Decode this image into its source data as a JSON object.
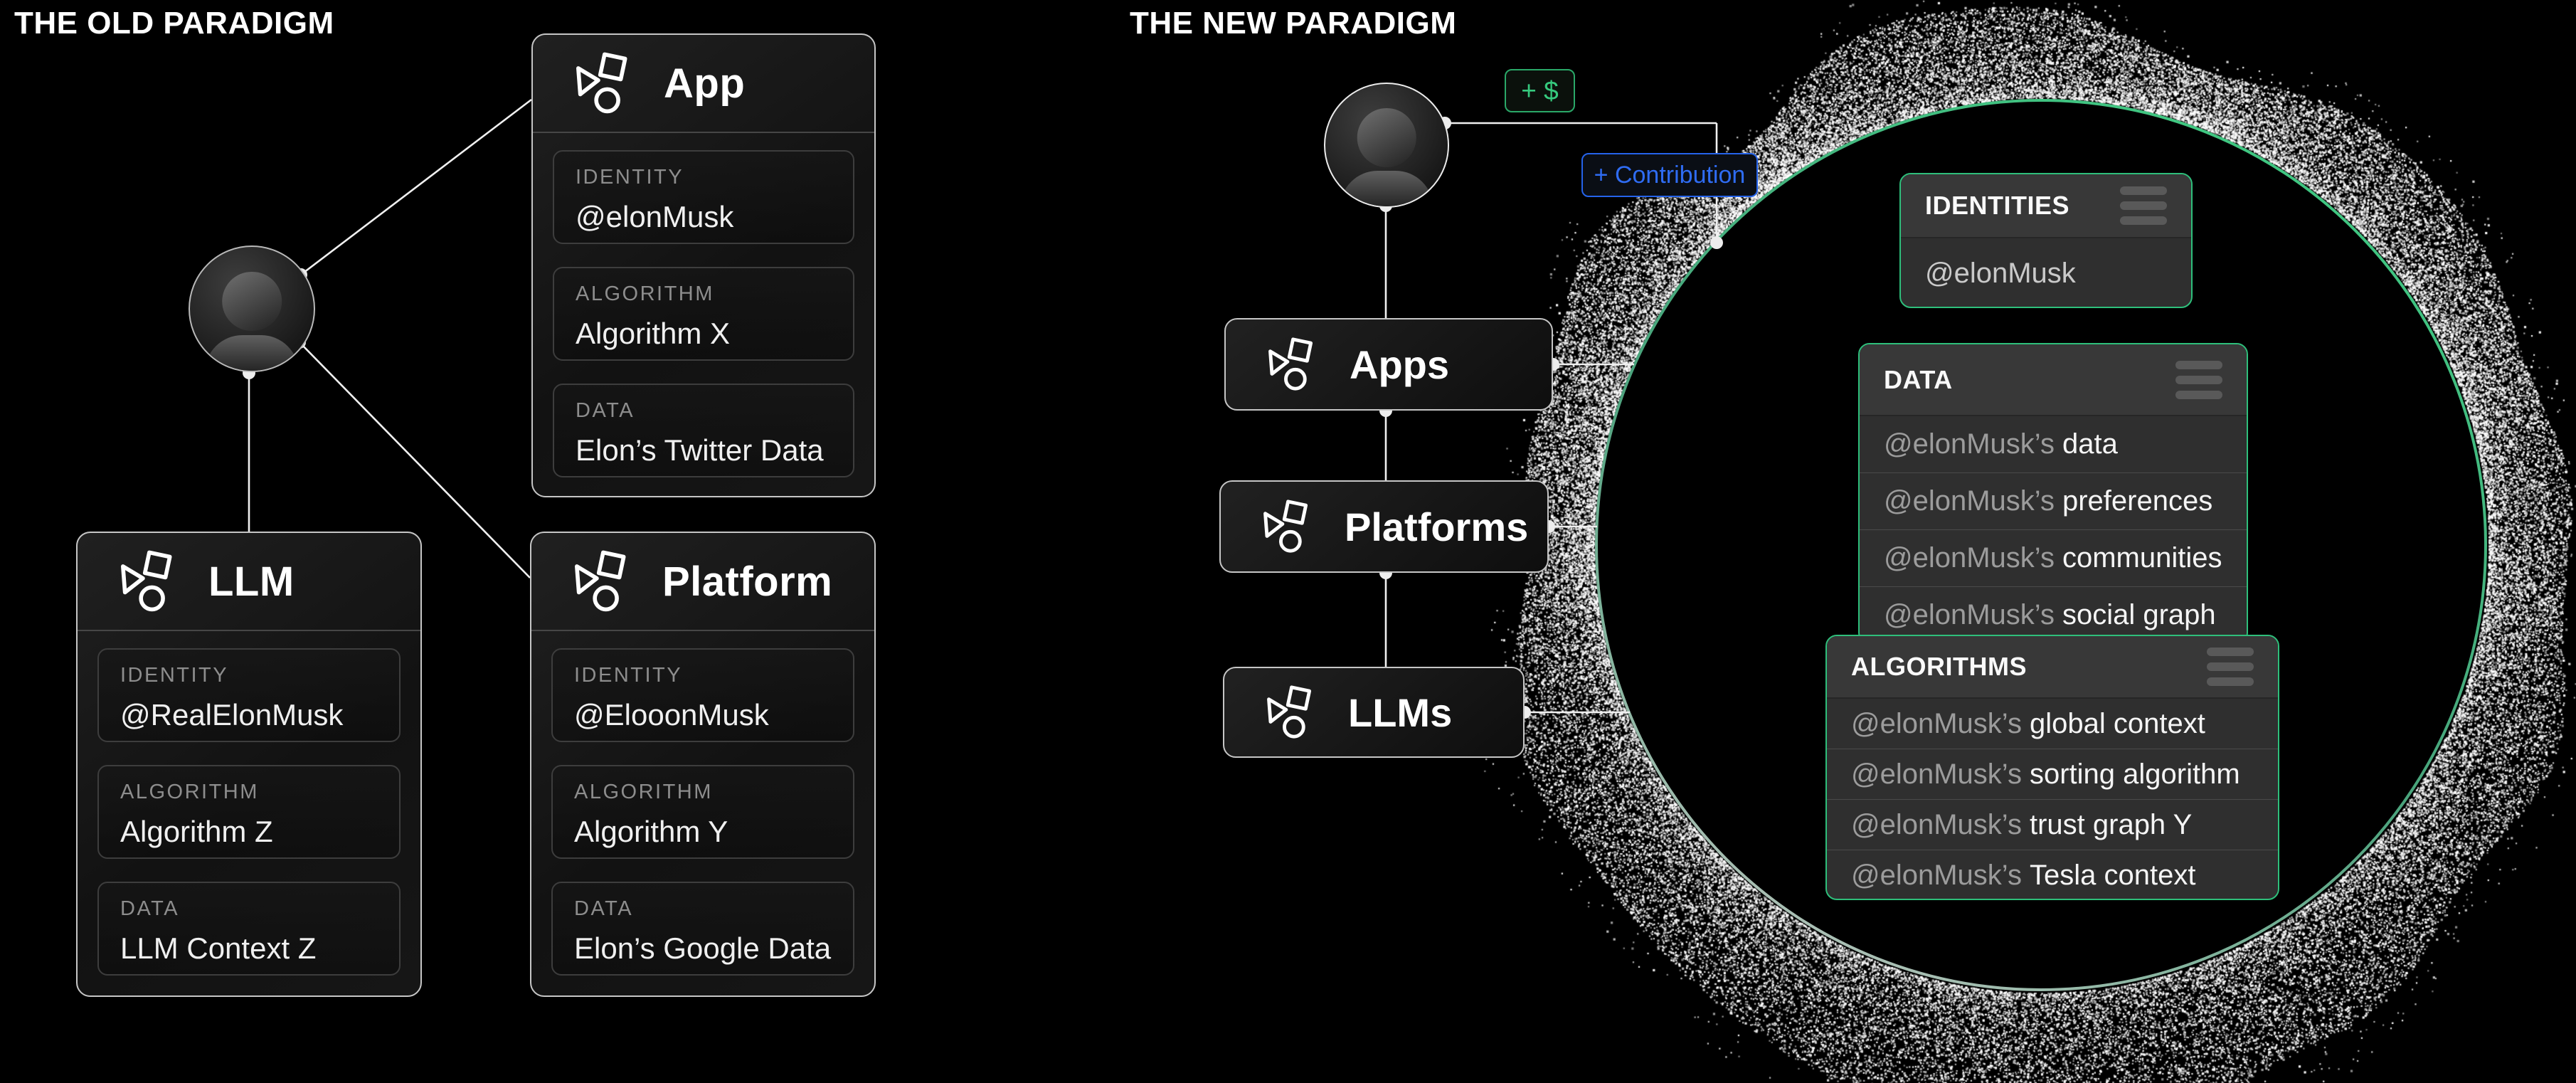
{
  "colors": {
    "background": "#000000",
    "accent_green": "#2ebf7b",
    "accent_blue": "#2563eb",
    "line": "#f0f0f0",
    "money_text": "#36ca7e",
    "contribution_text": "#2f6cf3"
  },
  "icons": {
    "card_glyph": "shapes-icon",
    "panel_menu": "hamburger-icon",
    "user": "avatar"
  },
  "old_paradigm": {
    "title": "THE OLD PARADIGM",
    "cards": [
      {
        "title": "App",
        "fields": [
          {
            "label": "IDENTITY",
            "value": "@elonMusk"
          },
          {
            "label": "ALGORITHM",
            "value": "Algorithm X"
          },
          {
            "label": "DATA",
            "value": "Elon’s Twitter Data"
          }
        ]
      },
      {
        "title": "LLM",
        "fields": [
          {
            "label": "IDENTITY",
            "value": "@RealElonMusk"
          },
          {
            "label": "ALGORITHM",
            "value": "Algorithm Z"
          },
          {
            "label": "DATA",
            "value": "LLM Context Z"
          }
        ]
      },
      {
        "title": "Platform",
        "fields": [
          {
            "label": "IDENTITY",
            "value": "@ElooonMusk"
          },
          {
            "label": "ALGORITHM",
            "value": "Algorithm Y"
          },
          {
            "label": "DATA",
            "value": "Elon’s Google Data"
          }
        ]
      }
    ]
  },
  "new_paradigm": {
    "title": "THE NEW PARADIGM",
    "money_badge": "+ $",
    "contribution_badge": "+ Contribution",
    "chain_cards": [
      {
        "title": "Apps"
      },
      {
        "title": "Platforms"
      },
      {
        "title": "LLMs"
      }
    ],
    "panels": [
      {
        "title": "IDENTITIES",
        "rows": [
          {
            "prefix": "",
            "text": "@elonMusk"
          }
        ]
      },
      {
        "title": "DATA",
        "rows": [
          {
            "prefix": "@elonMusk’s",
            "text": "data"
          },
          {
            "prefix": "@elonMusk’s",
            "text": "preferences"
          },
          {
            "prefix": "@elonMusk’s",
            "text": "communities"
          },
          {
            "prefix": "@elonMusk’s",
            "text": "social graph"
          }
        ]
      },
      {
        "title": "ALGORITHMS",
        "rows": [
          {
            "prefix": "@elonMusk’s",
            "text": "global context"
          },
          {
            "prefix": "@elonMusk’s",
            "text": "sorting algorithm"
          },
          {
            "prefix": "@elonMusk’s",
            "text": "trust graph Y"
          },
          {
            "prefix": "@elonMusk’s",
            "text": "Tesla context"
          }
        ]
      }
    ]
  }
}
